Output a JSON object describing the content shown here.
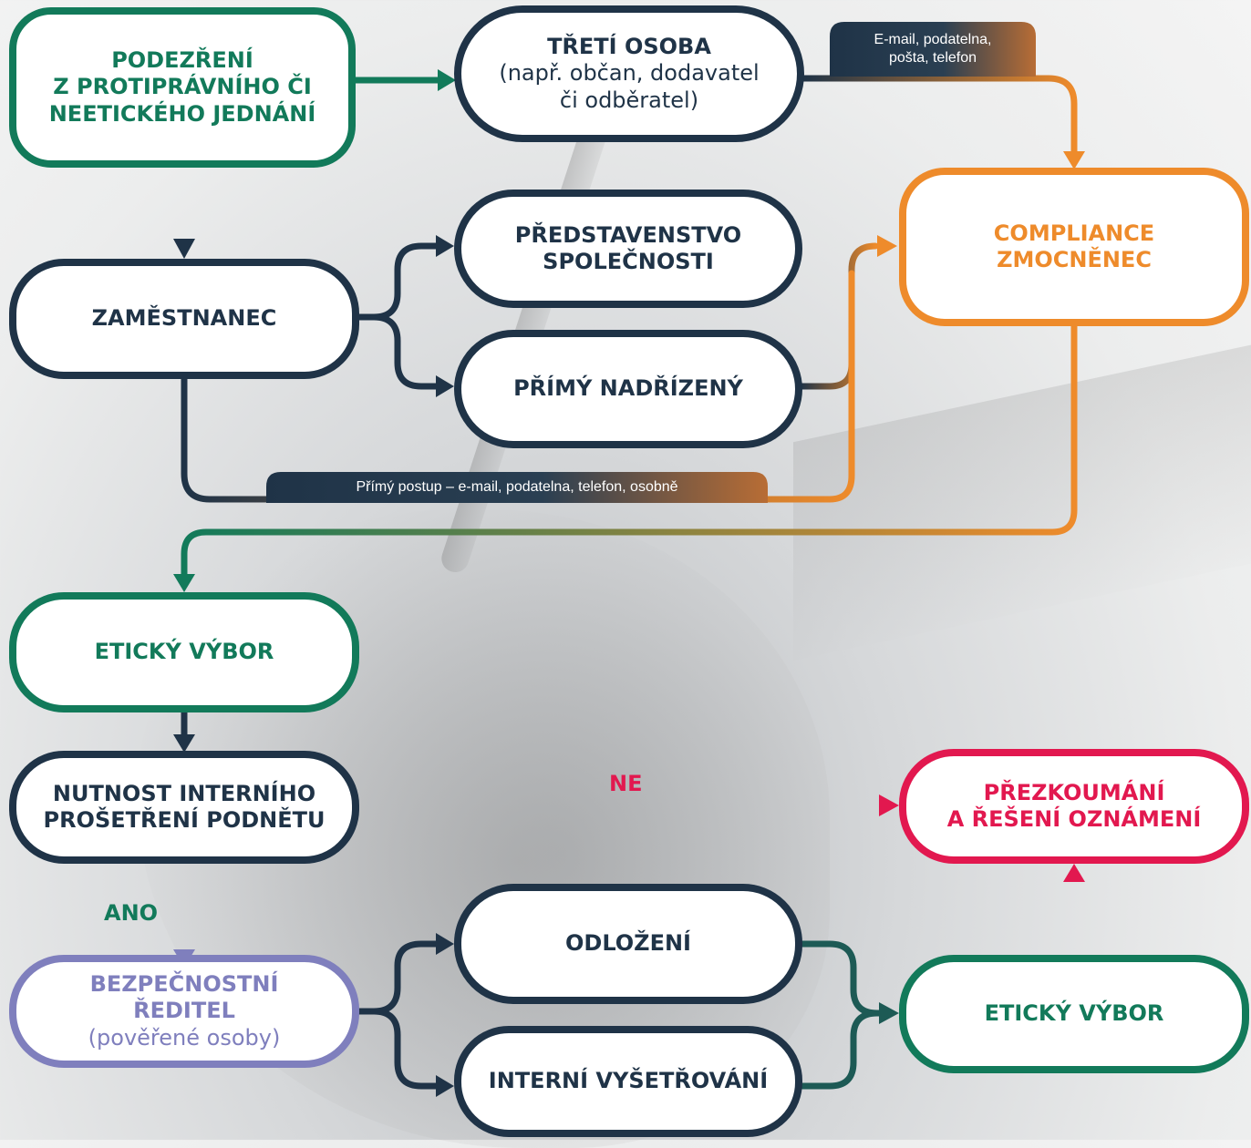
{
  "nodes": {
    "suspicion": {
      "lines": [
        "PODEZŘENÍ",
        "Z PROTIPRÁVNÍHO ČI",
        "NEETICKÉHO JEDNÁNÍ"
      ]
    },
    "third_party": {
      "title": "TŘETÍ OSOBA",
      "sub": [
        "(např. občan, dodavatel",
        "či odběratel)"
      ]
    },
    "employee": {
      "label": "ZAMĚSTNANEC"
    },
    "board": {
      "lines": [
        "PŘEDSTAVENSTVO",
        "SPOLEČNOSTI"
      ]
    },
    "supervisor": {
      "label": "PŘÍMÝ NADŘÍZENÝ"
    },
    "compliance": {
      "lines": [
        "COMPLIANCE",
        "ZMOCNĚNEC"
      ]
    },
    "ethics1": {
      "label": "ETICKÝ VÝBOR"
    },
    "need_investigation": {
      "lines": [
        "NUTNOST INTERNÍHO",
        "PROŠETŘENÍ PODNĚTU"
      ]
    },
    "review": {
      "lines": [
        "PŘEZKOUMÁNÍ",
        "A ŘEŠENÍ OZNÁMENÍ"
      ]
    },
    "security_director": {
      "lines": [
        "BEZPEČNOSTNÍ",
        "ŘEDITEL"
      ],
      "sub": "(pověřené osoby)"
    },
    "postponement": {
      "label": "ODLOŽENÍ"
    },
    "internal_investigation": {
      "label": "INTERNÍ VYŠETŘOVÁNÍ"
    },
    "ethics2": {
      "label": "ETICKÝ VÝBOR"
    }
  },
  "tags": {
    "third_party_channels": [
      "E-mail, podatelna,",
      "pošta, telefon"
    ],
    "direct_procedure": "Přímý postup – e-mail, podatelna, telefon, osobně"
  },
  "edge_labels": {
    "no": "NE",
    "yes": "ANO"
  },
  "colors": {
    "navy": "#1f3347",
    "green": "#127a5a",
    "orange": "#ee8b2b",
    "red": "#e2184f",
    "violet": "#7f7fbd"
  }
}
